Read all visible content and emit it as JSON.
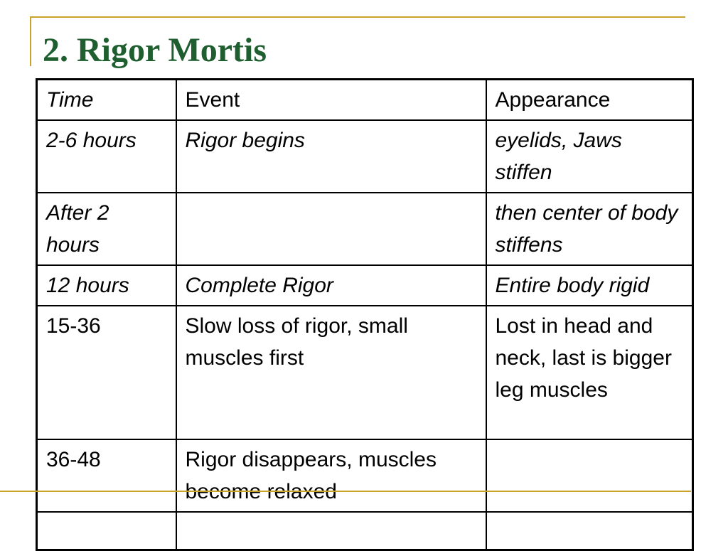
{
  "slide": {
    "title": "2. Rigor Mortis"
  },
  "table": {
    "header": {
      "time": "Time",
      "event": "Event",
      "appearance": "Appearance"
    },
    "rows": [
      {
        "time": "2-6 hours",
        "event": "Rigor begins",
        "appearance": "eyelids, Jaws stiffen"
      },
      {
        "time": "After 2 hours",
        "event": "",
        "appearance": "then center of body stiffens"
      },
      {
        "time": "12 hours",
        "event": "Complete Rigor",
        "appearance": "Entire body rigid"
      },
      {
        "time": "15-36",
        "event": "Slow loss of rigor, small muscles first",
        "appearance": "Lost in head and neck, last is bigger leg muscles"
      },
      {
        "time": "36-48",
        "event": "Rigor disappears, muscles become relaxed",
        "appearance": ""
      },
      {
        "time": "",
        "event": "",
        "appearance": ""
      }
    ]
  },
  "colors": {
    "title": "#1e5e2f",
    "accent_line": "#c9a227",
    "border": "#000000"
  }
}
